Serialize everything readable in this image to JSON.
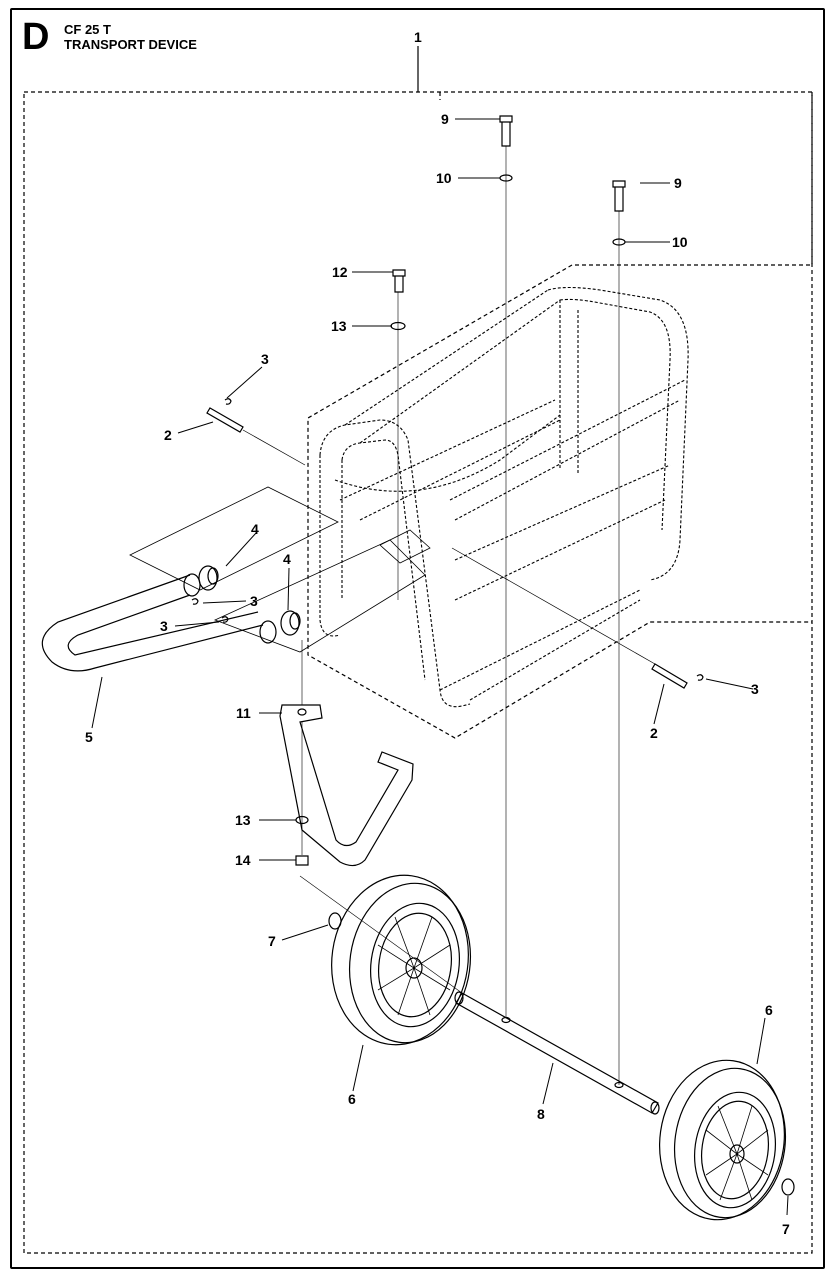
{
  "header": {
    "section_letter": "D",
    "model": "CF 25 T",
    "title": "TRANSPORT DEVICE"
  },
  "callouts": {
    "c1": "1",
    "c2a": "2",
    "c2b": "2",
    "c3a": "3",
    "c3b": "3",
    "c3c": "3",
    "c3d": "3",
    "c4a": "4",
    "c4b": "4",
    "c5": "5",
    "c6a": "6",
    "c6b": "6",
    "c7a": "7",
    "c7b": "7",
    "c8": "8",
    "c9a": "9",
    "c9b": "9",
    "c10a": "10",
    "c10b": "10",
    "c11": "11",
    "c12": "12",
    "c13a": "13",
    "c13b": "13",
    "c14": "14"
  }
}
